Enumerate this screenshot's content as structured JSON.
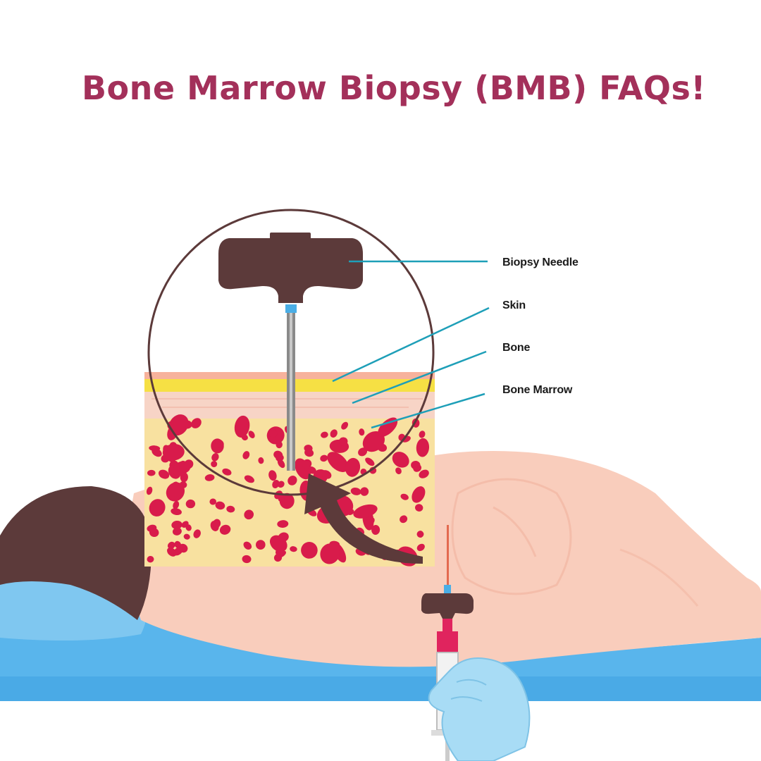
{
  "title": "Bone Marrow Biopsy (BMB) FAQs!",
  "colors": {
    "title": "#a3305a",
    "skin_body": "#f9cdbc",
    "hair": "#5c3a3a",
    "needle": "#5c3a3a",
    "bed": "#59b5ec",
    "bed_dark": "#3c9fdc",
    "pillow": "#7fc7f0",
    "fat_layer": "#f6e044",
    "skin_layer": "#f7c5b6",
    "marrow_bg": "#f8e1a0",
    "marrow_cells": "#d81b4b",
    "leader_lines": "#1e9fb8",
    "glove": "#a8dcf5",
    "blood": "#e0245e"
  },
  "labels": [
    {
      "id": "biopsy-needle",
      "text": "Biopsy Needle"
    },
    {
      "id": "skin",
      "text": "Skin"
    },
    {
      "id": "bone",
      "text": "Bone"
    },
    {
      "id": "bone-marrow",
      "text": "Bone Marrow"
    }
  ]
}
